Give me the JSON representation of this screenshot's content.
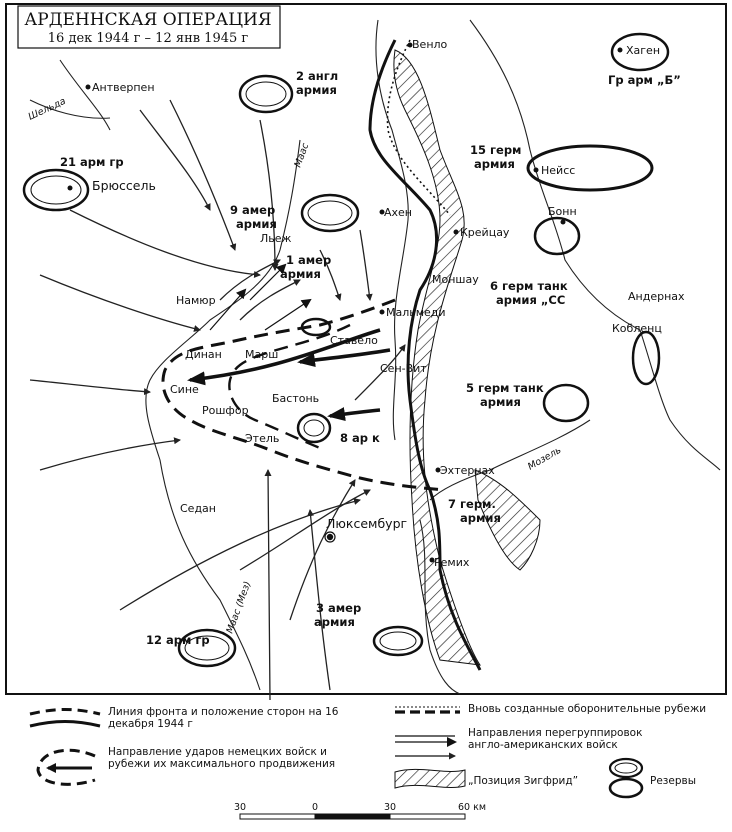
{
  "title": {
    "main": "АРДЕННСКАЯ ОПЕРАЦИЯ",
    "dates": "16 дек 1944 г  –  12 янв 1945 г"
  },
  "cities": {
    "antwerp": "Антверпен",
    "brussels": "Брюссель",
    "aachen": "Ахен",
    "venlo": "Венло",
    "neuss": "Нейсс",
    "bonn": "Бонн",
    "andernach": "Андернах",
    "koblenz": "Кобленц",
    "hagen": "Хаген",
    "liege": "Льеж",
    "namur": "Намюр",
    "dinant": "Динан",
    "marche": "Марш",
    "bastogne": "Бастонь",
    "malmedy": "Мальмеди",
    "monschau": "Моншау",
    "kreuzau": "Крейцау",
    "st_vith": "Сен-Вит",
    "echternach": "Эхтернах",
    "remich": "Ремих",
    "luxembourg": "Люксембург",
    "sedan": "Седан",
    "stavelot": "Ставело",
    "ciney": "Сине",
    "etain": "Этель",
    "rochefort": "Рошфор"
  },
  "units": {
    "am2": [
      "2 англ",
      "армия"
    ],
    "am9": [
      "9 амер",
      "армия"
    ],
    "am1": [
      "1 амер",
      "армия"
    ],
    "am3": [
      "3 амер",
      "армия"
    ],
    "ag21": "21 арм гр",
    "ag12": "12 арм гр",
    "agB": "Гр арм „Б”",
    "g15": [
      "15 герм",
      "армия"
    ],
    "g6ss": [
      "6 герм танк",
      "армия „СС"
    ],
    "g5": [
      "5 герм танк",
      "армия"
    ],
    "g7": [
      "7 герм.",
      "армия"
    ],
    "ak8": "8 ар к"
  },
  "rivers": {
    "maas_upper": "Маас (Мез)",
    "maas": "Маас",
    "mosel": "Мозель",
    "schelde": "Шельда"
  },
  "legend": {
    "item1": "Линия фронта и положение сторон на 16 декабря 1944 г",
    "item2": "Направление ударов немецких войск и рубежи их максимального продвижения",
    "item3": "Вновь созданные оборонительные рубежи",
    "item4": "Направления перегруппировок англо-американских войск",
    "item5": "„Позиция Зигфрид”",
    "item6": "Резервы"
  },
  "scale": {
    "ticks": [
      "30",
      "0",
      "30",
      "60 км"
    ]
  }
}
